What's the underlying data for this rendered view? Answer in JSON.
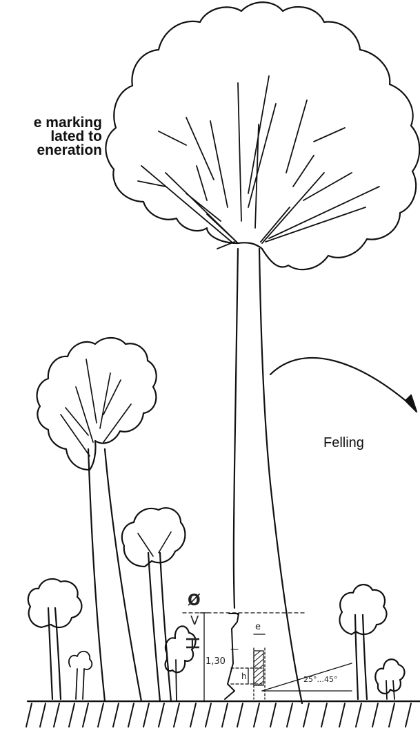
{
  "title": {
    "line1": "e marking",
    "line2": "lated to",
    "line3": "eneration"
  },
  "felling_label": "Felling",
  "measurements": {
    "diameter_symbol": "Ø",
    "height_symbol": "H",
    "v_symbol": "V",
    "stump_height": "1,30",
    "notch_depth": "e",
    "notch_height": "h",
    "angle_range": "25°...45°"
  },
  "colors": {
    "ink": "#111111",
    "background": "#ffffff"
  }
}
